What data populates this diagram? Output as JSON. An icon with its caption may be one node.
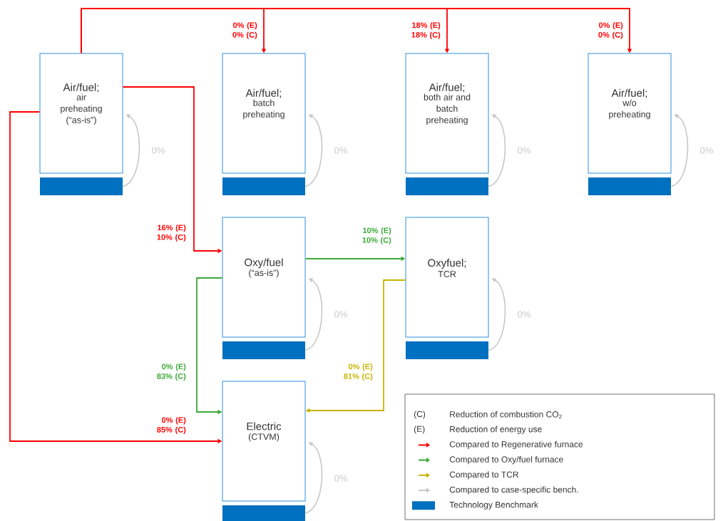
{
  "diagram": {
    "nodes": [
      {
        "text": [
          "Air/fuel;",
          "air preheating (“as-is”)"
        ]
      },
      {
        "text": [
          "Air/fuel;",
          "batch preheating"
        ]
      },
      {
        "text": [
          "Air/fuel;",
          "both air and batch preheating"
        ]
      },
      {
        "text": [
          "Air/fuel;",
          "w/o preheating"
        ]
      },
      {
        "text": [
          "Oxy/fuel",
          "(“as-is”)"
        ]
      },
      {
        "text": [
          "Oxyfuel;",
          "TCR"
        ]
      },
      {
        "text": [
          "Electric",
          "(CTVM)"
        ]
      },
      {
        "text": [],
        "shape": "bar"
      },
      {
        "text": [],
        "shape": "bar"
      },
      {
        "text": [],
        "shape": "bar"
      },
      {
        "text": [],
        "shape": "bar"
      },
      {
        "text": [],
        "shape": "bar"
      },
      {
        "text": [],
        "shape": "bar"
      },
      {
        "text": [],
        "shape": "bar"
      }
    ],
    "edges": [
      {
        "from": 0,
        "to": 1,
        "arrow": "to",
        "label": "0% (E) 0% (C)",
        "color": "#ff0000"
      },
      {
        "from": 0,
        "to": 2,
        "arrow": "to",
        "label": "18% (E) 18% (C)",
        "color": "#ff0000"
      },
      {
        "from": 0,
        "to": 3,
        "arrow": "to",
        "label": "0% (E) 0% (C)",
        "color": "#ff0000"
      },
      {
        "from": 0,
        "to": 4,
        "arrow": "to",
        "label": "16% (E) 10% (C)",
        "color": "#ff0000"
      },
      {
        "from": 0,
        "to": 6,
        "arrow": "to",
        "label": "0% (E) 85% (C)",
        "color": "#ff0000"
      },
      {
        "from": 4,
        "to": 5,
        "arrow": "to",
        "label": "10% (E) 10% (C)",
        "color": "#3aaa35"
      },
      {
        "from": 4,
        "to": 6,
        "arrow": "to",
        "label": "0% (E) 83% (C)",
        "color": "#3aaa35"
      },
      {
        "from": 5,
        "to": 6,
        "arrow": "to",
        "label": "0% (E) 81% (C)",
        "color": "#c8b400"
      },
      {
        "from": 7,
        "to": 0,
        "arrow": "to",
        "label": "0%",
        "color": "#c8c8c8"
      },
      {
        "from": 8,
        "to": 1,
        "arrow": "to",
        "label": "0%",
        "color": "#c8c8c8"
      },
      {
        "from": 9,
        "to": 2,
        "arrow": "to",
        "label": "0%",
        "color": "#c8c8c8"
      },
      {
        "from": 10,
        "to": 3,
        "arrow": "to",
        "label": "0%",
        "color": "#c8c8c8"
      },
      {
        "from": 11,
        "to": 4,
        "arrow": "to",
        "label": "0%",
        "color": "#c8c8c8"
      },
      {
        "from": 12,
        "to": 5,
        "arrow": "to",
        "label": "0%",
        "color": "#c8c8c8"
      },
      {
        "from": 13,
        "to": 6,
        "arrow": "to",
        "label": "0%",
        "color": "#c8c8c8"
      }
    ],
    "labels": [
      "(C)",
      "(E)"
    ],
    "legend": [
      {
        "text": "Reduction of combustion CO$_{2}$"
      },
      {
        "text": "Reduction of energy use"
      },
      {
        "text": "Compared to Regenerative furnace",
        "color": "#ff0000"
      },
      {
        "text": "Compared to Oxy/fuel furnace",
        "color": "#3aaa35"
      },
      {
        "text": "Compared to TCR",
        "color": "#c8b400"
      },
      {
        "text": "Compared to case-specific bench.",
        "color": "#c8c8c8"
      },
      {
        "text": "Technology Benchmark",
        "color": "#0070c0"
      }
    ]
  }
}
